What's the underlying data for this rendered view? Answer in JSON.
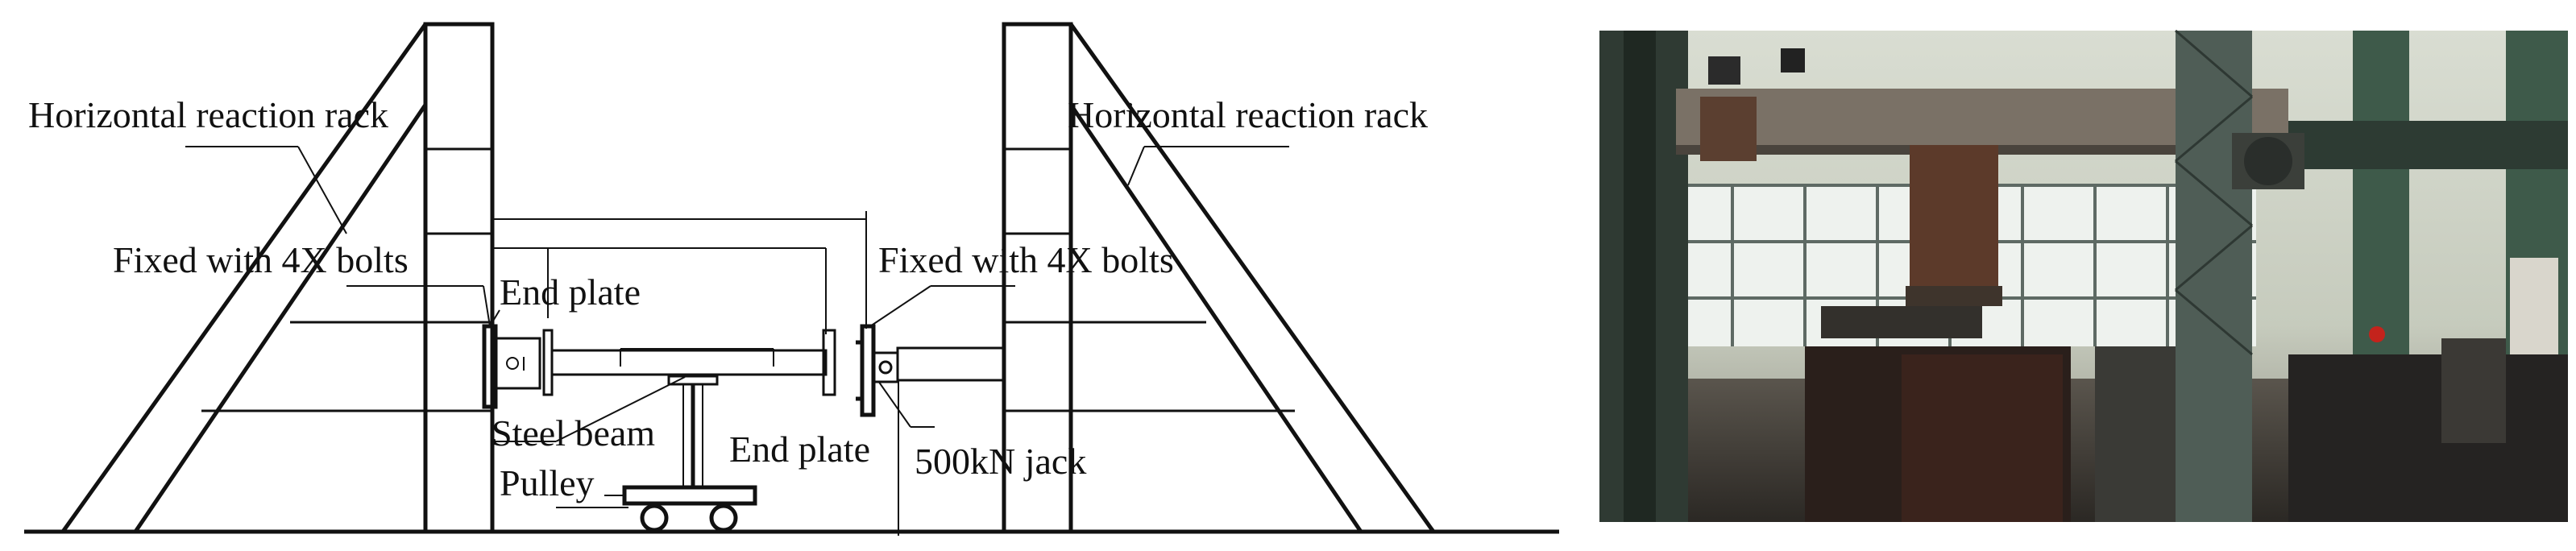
{
  "diagram": {
    "labels": {
      "left_rack": "Horizontal reaction rack",
      "right_rack": "Horizontal reaction rack",
      "left_bolts": "Fixed with 4X bolts",
      "right_bolts": "Fixed with 4X bolts",
      "left_end_plate": "End plate",
      "right_end_plate": "End plate",
      "steel_beam": "Steel beam",
      "pulley": "Pulley",
      "jack": "500kN jack"
    }
  },
  "colors": {
    "line": "#111111",
    "background": "#ffffff"
  }
}
